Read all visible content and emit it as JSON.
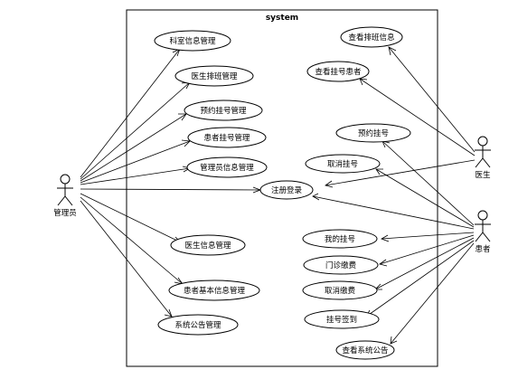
{
  "system": {
    "title": "system"
  },
  "actors": {
    "admin": "管理员",
    "doctor": "医生",
    "patient": "患者"
  },
  "use_cases": {
    "dept_info": "科室信息管理",
    "doctor_schedule": "医生排班管理",
    "appointment_mgmt": "预约挂号管理",
    "patient_reg_mgmt": "患者挂号管理",
    "admin_info": "管理员信息管理",
    "register_login": "注册登录",
    "doctor_info": "医生信息管理",
    "patient_basic": "患者基本信息管理",
    "announcement_mgmt": "系统公告管理",
    "view_schedule": "查看排班信息",
    "view_reg_patients": "查看挂号患者",
    "appointment": "预约挂号",
    "cancel_reg": "取消挂号",
    "my_reg": "我的挂号",
    "outpatient_fee": "门诊缴费",
    "cancel_fee": "取消缴费",
    "checkin": "挂号签到",
    "view_announcement": "查看系统公告"
  }
}
